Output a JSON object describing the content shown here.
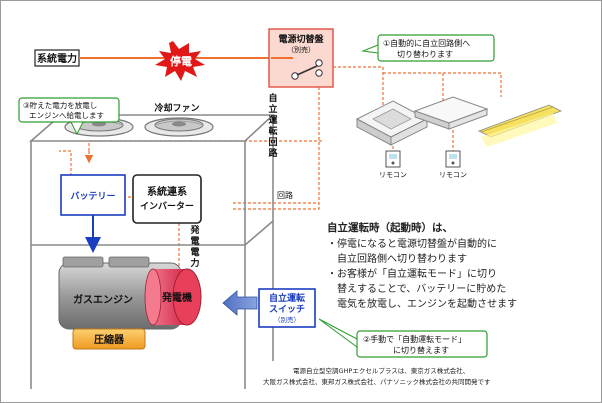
{
  "grid_label": "系統電力",
  "outage_label": "停電",
  "switchboard": {
    "title": "電源切替盤",
    "subtitle": "（別売）"
  },
  "callout_1": {
    "line1": "①自動的に自立回路側へ",
    "line2": "切り替わります"
  },
  "callout_3": {
    "line1": "③貯えた電力を放電し",
    "line2": "エンジンへ給電します"
  },
  "fan_label": "冷却ファン",
  "standalone_circuit_label": "自立運転回路",
  "remote_label_1": "リモコン",
  "remote_label_2": "リモコン",
  "battery_label": "バッテリー",
  "inverter": {
    "line1": "系統連系",
    "line2": "インバーター"
  },
  "circuit_label": "回路",
  "generated_power_label": "発電電力",
  "engine_label": "ガスエンジン",
  "generator_label": "発電機",
  "compressor_label": "圧縮器",
  "switch_box": {
    "line1": "自立運転",
    "line2": "スイッチ",
    "line3": "（別売）"
  },
  "callout_2": {
    "line1": "②手動で「自動運転モード」",
    "line2": "に切り替えます"
  },
  "explanation": {
    "title": "自立運転時（起動時）は、",
    "lines": [
      "・停電になると電源切替盤が自動的に",
      "　自立回路側へ切り替わります",
      "・お客様が「自立運転モード」に切り",
      "　替えすることで、バッテリーに貯めた",
      "　電気を放電し、エンジンを起動させます"
    ]
  },
  "footnote": {
    "line1": "電源自立型空調GHPエクセルプラスは、東京ガス株式会社、",
    "line2": "大阪ガス株式会社、東邦ガス株式会社、パナソニック株式会社の共同開発です"
  },
  "colors": {
    "grid_line": "#f07030",
    "dash": "#f07030",
    "outage_red": "#e01818",
    "battery_blue": "#1a3ec0",
    "callout_green": "#2e9c2e",
    "switchboard_fill": "#fbd8d0",
    "generator_pink": "#e8405a",
    "compressor_orange": "#f4a830",
    "engine_gray": "#909090"
  }
}
